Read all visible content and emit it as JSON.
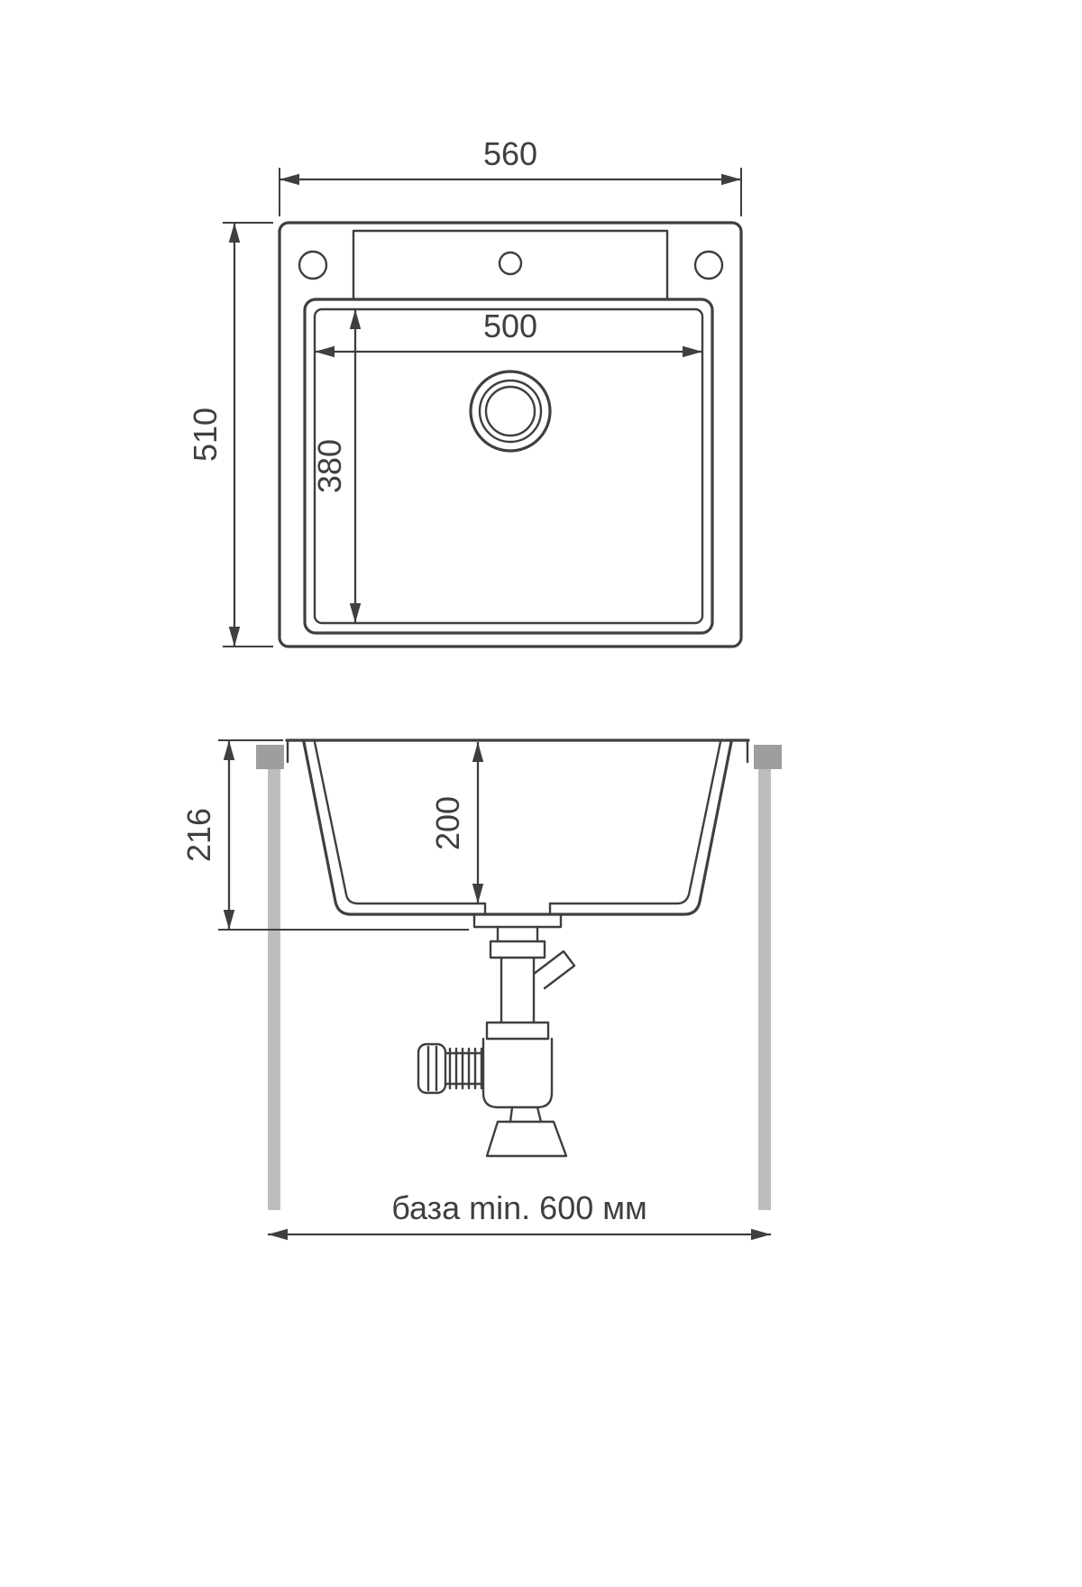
{
  "diagram": {
    "top_view": {
      "overall_width": "560",
      "overall_depth": "510",
      "bowl_width": "500",
      "bowl_depth": "380"
    },
    "section_view": {
      "overall_height": "216",
      "bowl_height": "200",
      "base_note": "база min. 600 мм"
    },
    "colors": {
      "line": "#3f3f3f",
      "cabinet_bar": "#bdbdbd",
      "cabinet_block": "#9e9e9e",
      "background": "#ffffff"
    }
  }
}
